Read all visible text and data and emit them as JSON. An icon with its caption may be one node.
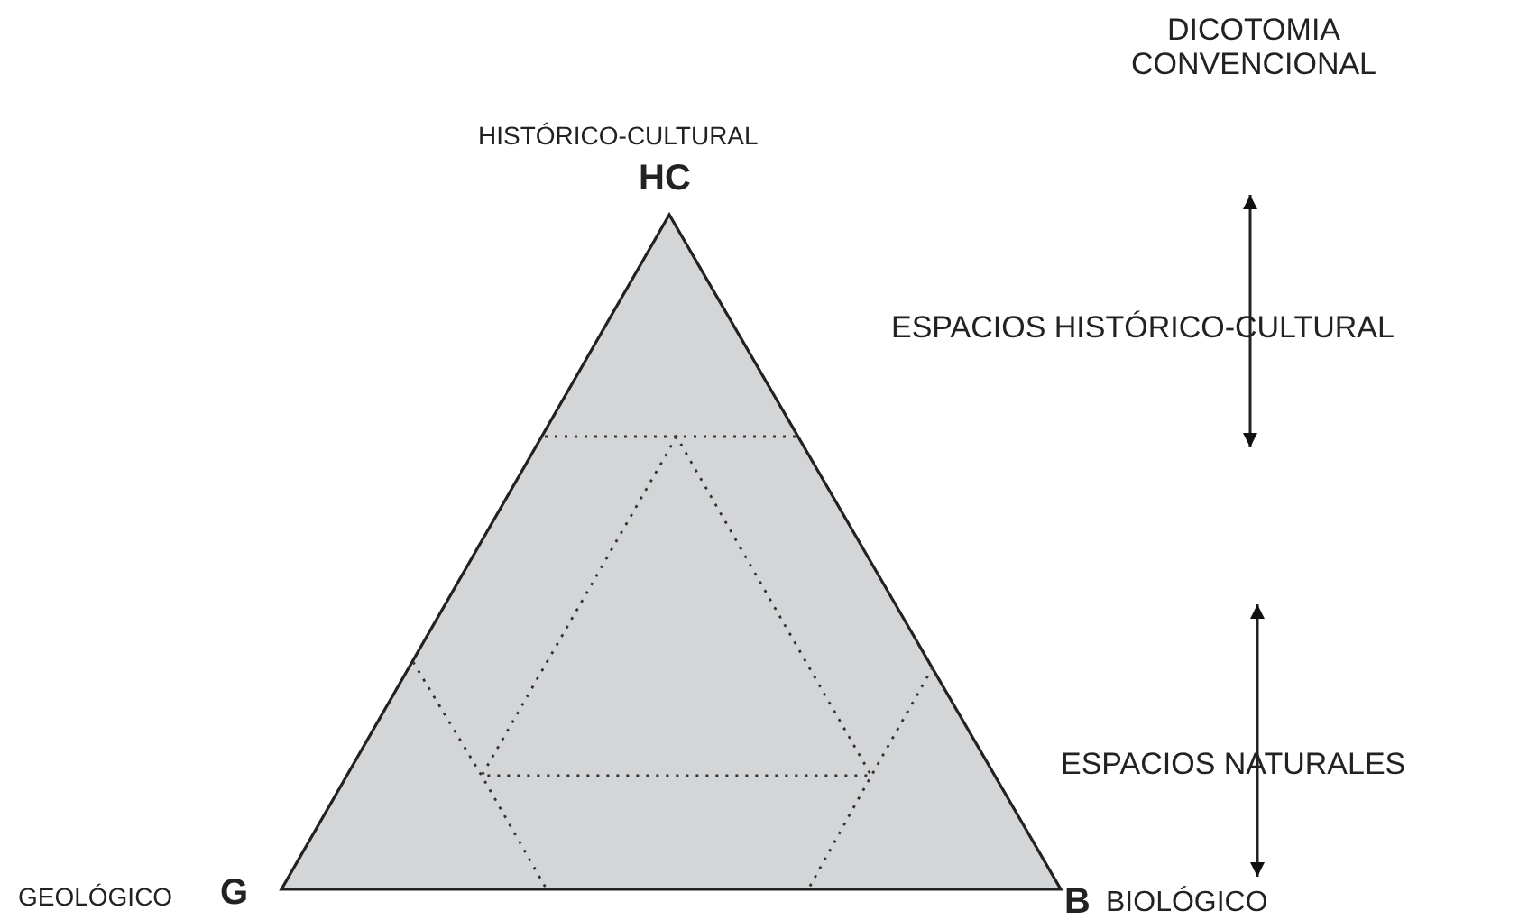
{
  "diagram": {
    "labels": [
      "DICOTOMIA CONVENCIONAL",
      "HISTÓRICO-CULTURAL",
      "HC",
      "ESPACIOS HISTÓRICO-CULTURAL",
      "ESPACIOS NATURALES",
      "GEOLÓGICO",
      "G",
      "B",
      "BIOLÓGICO"
    ]
  }
}
